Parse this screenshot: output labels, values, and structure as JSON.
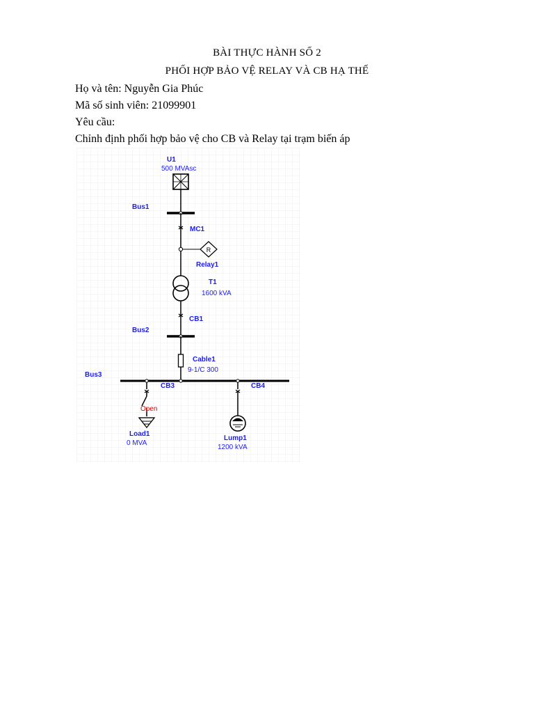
{
  "header": {
    "title_line1": "BÀI THỰC HÀNH SỐ 2",
    "title_line2": "PHỐI HỢP BẢO VỆ RELAY VÀ CB HẠ THẾ"
  },
  "info": {
    "name": "Họ và tên: Nguyễn Gia Phúc",
    "student_id": "Mã số sinh viên: 21099901",
    "requirement_label": "Yêu cầu:",
    "requirement_text": "Chỉnh định phối hợp bảo vệ cho CB và Relay tại trạm biến áp"
  },
  "diagram": {
    "source": {
      "id": "U1",
      "rating": "500 MVAsc"
    },
    "bus1": {
      "id": "Bus1"
    },
    "breaker_mc1": {
      "id": "MC1"
    },
    "relay": {
      "id": "Relay1",
      "symbol": "R"
    },
    "transformer": {
      "id": "T1",
      "rating": "1600 kVA"
    },
    "breaker_cb1": {
      "id": "CB1"
    },
    "bus2": {
      "id": "Bus2"
    },
    "cable": {
      "id": "Cable1",
      "spec": "9-1/C 300"
    },
    "bus3": {
      "id": "Bus3"
    },
    "breaker_cb3": {
      "id": "CB3",
      "status": "Open"
    },
    "breaker_cb4": {
      "id": "CB4"
    },
    "load": {
      "id": "Load1",
      "rating": "0 MVA"
    },
    "lump": {
      "id": "Lump1",
      "rating": "1200 kVA"
    },
    "colors": {
      "label": "#1a1aff",
      "status": "#e00000",
      "grid": "#e6e6e6",
      "line": "#000000"
    }
  }
}
